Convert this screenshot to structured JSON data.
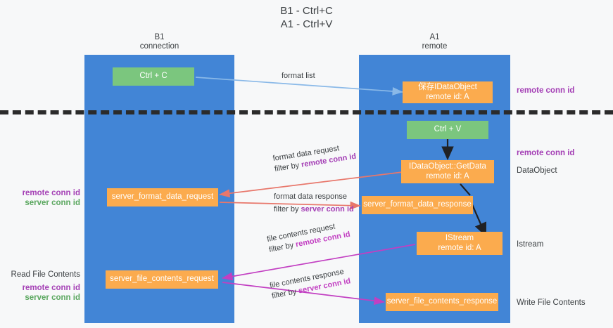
{
  "title": {
    "line1": "B1 - Ctrl+C",
    "line2": "A1 - Ctrl+V"
  },
  "lanes": [
    {
      "id": "b1",
      "name": "B1",
      "role": "connection"
    },
    {
      "id": "a1",
      "name": "A1",
      "role": "remote"
    }
  ],
  "nodes": {
    "ctrl_c": {
      "label": "Ctrl + C"
    },
    "save_dataobject": {
      "line1": "保存IDataObject",
      "line2": "remote id: A"
    },
    "ctrl_v": {
      "label": "Ctrl + V"
    },
    "getdata": {
      "line1": "IDataObject::GetData",
      "line2": "remote id: A"
    },
    "fmt_req": {
      "label": "server_format_data_request"
    },
    "fmt_resp": {
      "label": "server_format_data_response"
    },
    "istream": {
      "line1": "IStream",
      "line2": "remote id: A"
    },
    "file_req": {
      "label": "server_file_contents_request"
    },
    "file_resp": {
      "label": "server_file_contents_response"
    }
  },
  "edges": [
    {
      "id": "format-list",
      "label": "format list",
      "filter": "",
      "filter_id": ""
    },
    {
      "id": "format-data-req",
      "label": "format data request",
      "filter": "filter by",
      "filter_id": "remote conn id"
    },
    {
      "id": "format-data-resp",
      "label": "format data response",
      "filter": "filter by",
      "filter_id": "server conn id"
    },
    {
      "id": "file-contents-req",
      "label": "file contents request",
      "filter": "filter by",
      "filter_id": "remote conn id"
    },
    {
      "id": "file-contents-resp",
      "label": "file contents response",
      "filter": "filter by",
      "filter_id": "server conn id"
    }
  ],
  "annotations": {
    "right_top_conn": "remote conn id",
    "right_mid_conn": "remote conn id",
    "dataobject": "DataObject",
    "istream": "Istream",
    "write_file": "Write File Contents",
    "left_remote_conn": "remote conn id",
    "left_server_conn": "server conn id",
    "read_file": "Read File Contents",
    "left_remote_conn2": "remote conn id",
    "left_server_conn2": "server conn id"
  },
  "colors": {
    "lane": "#4285d6",
    "green_node": "#7bc67e",
    "orange_node": "#fbab4e",
    "purple_text": "#a43fb5",
    "green_text": "#5aa75f",
    "magenta_edge": "#c23fc2",
    "red_edge": "#e8776b",
    "blue_edge": "#8ab9e8",
    "divider": "#2b2b2b"
  }
}
